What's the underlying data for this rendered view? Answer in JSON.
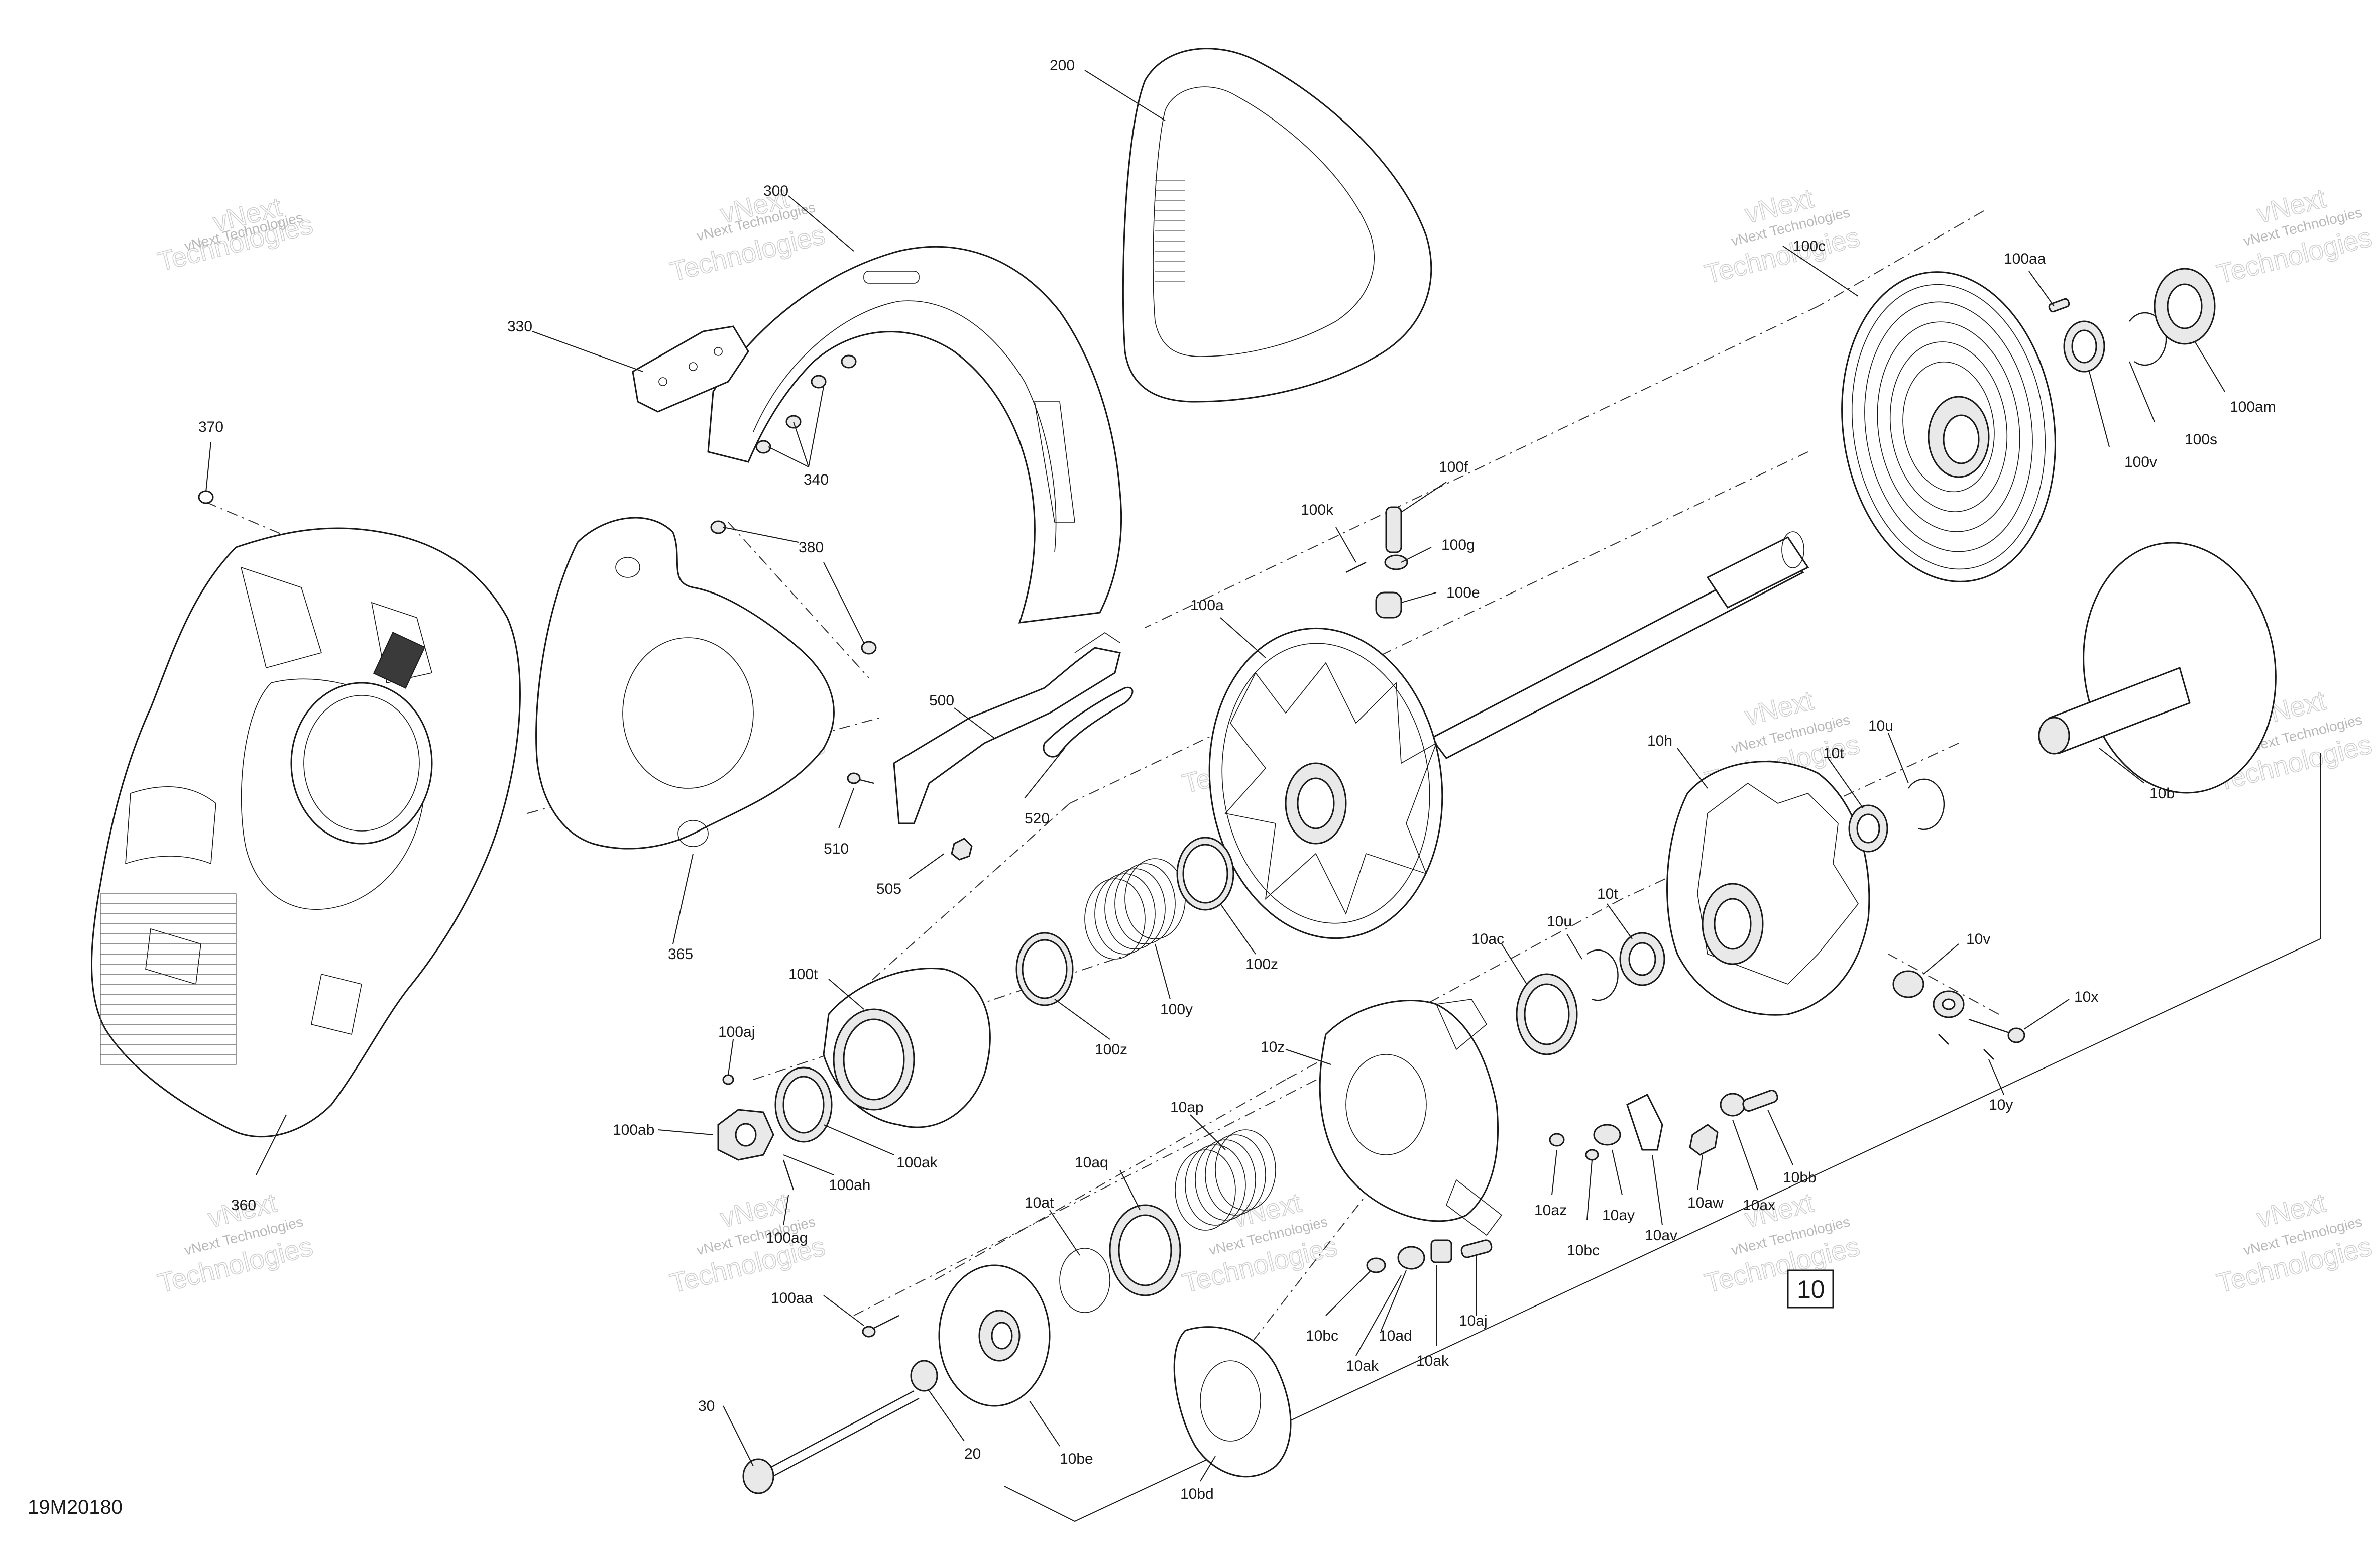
{
  "figure_id": "19M20180",
  "group_box_label": "10",
  "watermark": {
    "line1": "vNext Technologies",
    "line2": "vNext",
    "line3": "Technologies"
  },
  "labels": {
    "l200": "200",
    "l300": "300",
    "l330": "330",
    "l340": "340",
    "l370": "370",
    "l380": "380",
    "l360": "360",
    "l365": "365",
    "l500": "500",
    "l510": "510",
    "l505": "505",
    "l520": "520",
    "l100c": "100c",
    "l100aa_top": "100aa",
    "l100am": "100am",
    "l100s": "100s",
    "l100v": "100v",
    "l100f": "100f",
    "l100k": "100k",
    "l100g": "100g",
    "l100e": "100e",
    "l100a": "100a",
    "l10b": "10b",
    "l10h": "10h",
    "l10t_top": "10t",
    "l10u_top": "10u",
    "l10ac": "10ac",
    "l10u_mid": "10u",
    "l10t_mid": "10t",
    "l10v": "10v",
    "l10x": "10x",
    "l10y": "10y",
    "l100z_right": "100z",
    "l100y": "100y",
    "l100z_left": "100z",
    "l100t": "100t",
    "l10z": "10z",
    "l100aj": "100aj",
    "l100ab": "100ab",
    "l100ak": "100ak",
    "l100ah": "100ah",
    "l100ag": "100ag",
    "l10ap": "10ap",
    "l10aq": "10aq",
    "l10at": "10at",
    "l100aa_bottom": "100aa",
    "l10az": "10az",
    "l10bc_right": "10bc",
    "l10ay": "10ay",
    "l10av": "10av",
    "l10aw": "10aw",
    "l10ax": "10ax",
    "l10bb": "10bb",
    "l10bc_left": "10bc",
    "l10ad": "10ad",
    "l10ak_left": "10ak",
    "l10ak_right": "10ak",
    "l10aj": "10aj",
    "l30": "30",
    "l20": "20",
    "l10be": "10be",
    "l10bd": "10bd"
  }
}
